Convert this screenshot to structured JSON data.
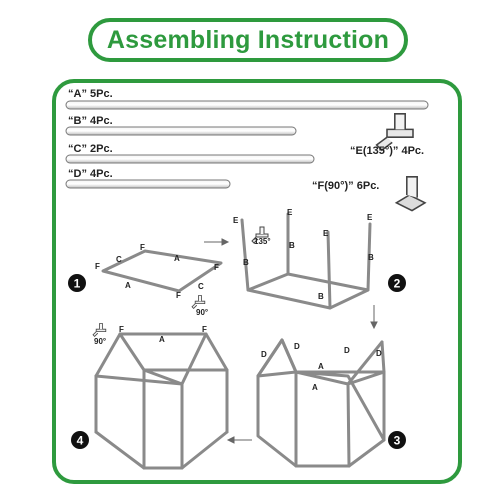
{
  "title": "Assembling Instruction",
  "parts": [
    {
      "label": "“A” 5Pc."
    },
    {
      "label": "“B” 4Pc."
    },
    {
      "label": "“C” 2Pc."
    },
    {
      "label": "“D” 4Pc."
    }
  ],
  "connectors": [
    {
      "label": "“E(135°)” 4Pc."
    },
    {
      "label": "“F(90°)” 6Pc."
    }
  ],
  "steps": [
    "1",
    "2",
    "3",
    "4"
  ],
  "letters": {
    "A": "A",
    "B": "B",
    "C": "C",
    "D": "D",
    "E": "E",
    "F": "F"
  },
  "angles": {
    "e": "135°",
    "f": "90°"
  },
  "colors": {
    "accent": "#2e9a3e",
    "frame": "#808080",
    "pole": "#c8c8c8"
  }
}
